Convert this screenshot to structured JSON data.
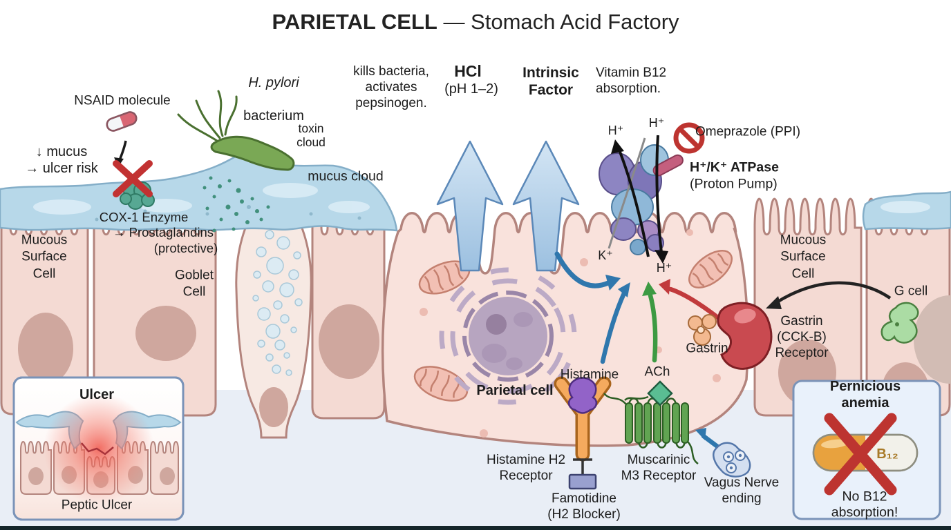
{
  "title": {
    "bold": "PARIETAL CELL",
    "rest": " — Stomach Acid Factory"
  },
  "labels": {
    "nsaid": "NSAID molecule",
    "mucus_risk": "↓ mucus\n→ ulcer risk",
    "hpylori_italic": "H. pylori",
    "hpylori_rest": "bacterium",
    "toxin_cloud": "toxin\ncloud",
    "mucus_cloud": "mucus cloud",
    "secretion_note": "kills bacteria,\nactivates\npepsinogen.",
    "hcl": "HCl",
    "hcl_ph": "(pH 1–2)",
    "intrinsic_factor": "Intrinsic\nFactor",
    "b12_absorption": "Vitamin B12\nabsorption.",
    "h_plus_left": "H⁺",
    "h_plus_right": "H⁺",
    "omeprazole": "Omeprazole (PPI)",
    "atpase_bold": "H⁺/K⁺ ATPase",
    "atpase_sub": "(Proton Pump)",
    "k_plus": "K⁺",
    "h_plus_inside": "H⁺",
    "mucous_surface_left": "Mucous\nSurface\nCell",
    "cox_line1": "COX-1 Enzyme",
    "cox_line2": "→ Prostaglandins",
    "cox_line3": "(protective)",
    "goblet": "Goblet\nCell",
    "parietal": "Parietal cell",
    "histamine": "Histamine",
    "ach": "ACh",
    "gastrin": "Gastrin",
    "g_cell": "G cell",
    "gastrin_receptor": "Gastrin\n(CCK-B)\nReceptor",
    "mucous_surface_right": "Mucous\nSurface\nCell",
    "h2_receptor": "Histamine H2\nReceptor",
    "famotidine": "Famotidine\n(H2 Blocker)",
    "m3_receptor": "Muscarinic\nM3 Receptor",
    "vagus": "Vagus Nerve\nending"
  },
  "ulcer_box": {
    "title": "Ulcer",
    "caption": "Peptic Ulcer"
  },
  "anemia_box": {
    "title": "Pernicious anemia",
    "capsule_label": "B₁₂",
    "caption": "No B12 absorption!"
  },
  "colors": {
    "text": "#1c1c1c",
    "cell_fill": "#f4dad3",
    "cell_line": "#b3847d",
    "nucleus": "#cfa79e",
    "parietal_fill": "#f9e2dc",
    "mucus_fill": "#b7d8e9",
    "mucus_line": "#84aec8",
    "interstitial": "#e9eef6",
    "arrow_big": "#aecde9",
    "arrow_big_line": "#5b88b8",
    "signal_blue": "#2f77ad",
    "signal_green": "#3d9a42",
    "signal_red": "#c13a3c",
    "pump_purple": "#8d85c2",
    "pump_blue": "#8fb8d8",
    "ban_red": "#bd3430",
    "x_red": "#c23232",
    "bacterium": "#7aa855",
    "bacterium_line": "#4a7030",
    "cox_teal": "#57a893",
    "histamine_purple": "#9263c8",
    "receptor_orange": "#f5aa5e",
    "receptor_orange_line": "#a9641c",
    "m3_green": "#61a452",
    "m3_green_line": "#2c5e24",
    "ach_green": "#5abd93",
    "vagus_fill": "#d4dff0",
    "vagus_line": "#5577aa",
    "gastrin_receptor_red": "#c94a50",
    "gastrin_mol": "#f3b990",
    "gcell_green": "#abdca4",
    "famotidine_fill": "#99a0cf",
    "box_border": "#7a93b8",
    "anemia_fill": "#e9f1fb",
    "capsule_orange": "#e8a23e",
    "b12_text": "#a87a28",
    "dark_bar": "#15262a"
  }
}
